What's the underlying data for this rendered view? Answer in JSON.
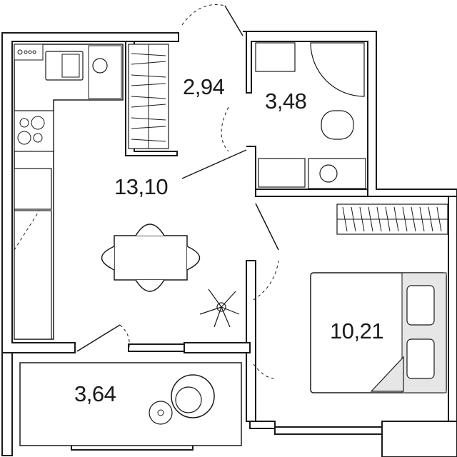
{
  "rooms": [
    {
      "id": "corridor",
      "area": "2,94"
    },
    {
      "id": "bathroom",
      "area": "3,48"
    },
    {
      "id": "kitchen-living",
      "area": "13,10"
    },
    {
      "id": "bedroom",
      "area": "10,21"
    },
    {
      "id": "balcony",
      "area": "3,64"
    }
  ],
  "colors": {
    "wall": "#1a1a1a",
    "fill": "#ffffff",
    "shade": "#e6e6e6"
  }
}
